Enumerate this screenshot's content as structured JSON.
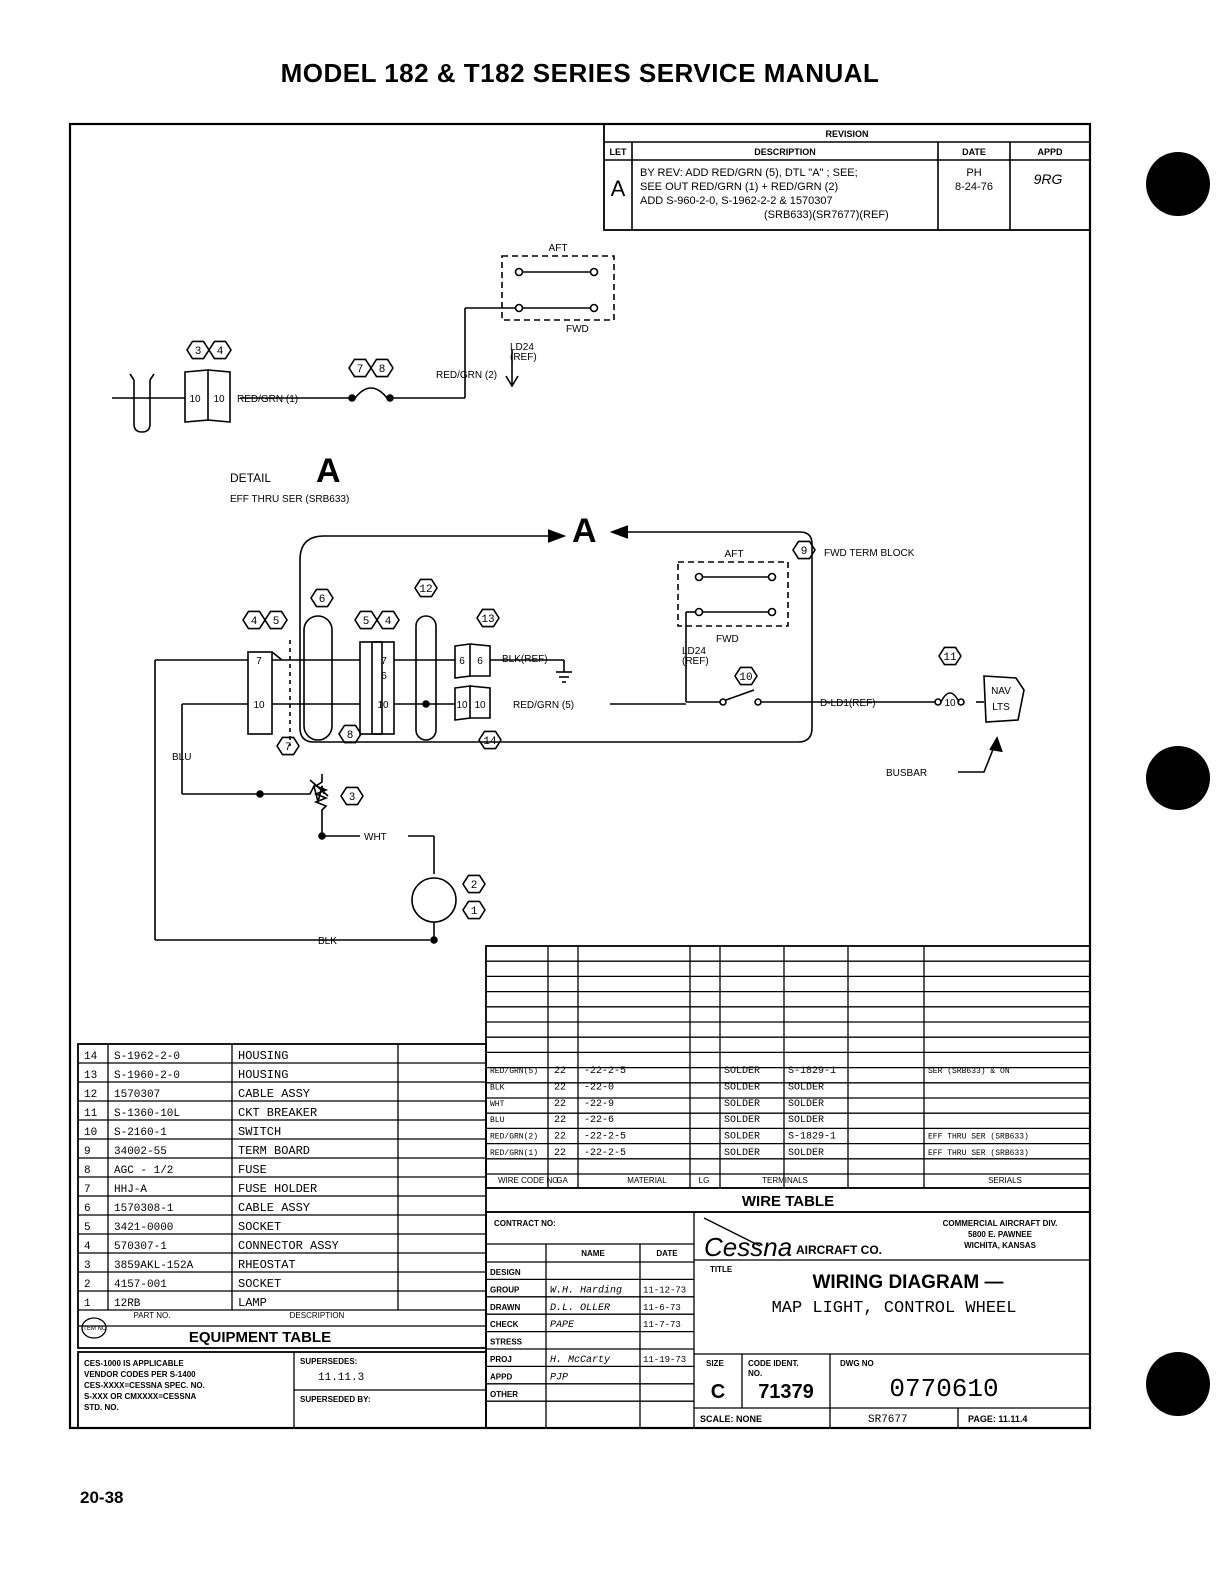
{
  "header": {
    "title": "MODEL 182 & T182 SERIES SERVICE MANUAL"
  },
  "footer": {
    "page_number": "20-38"
  },
  "revision": {
    "title": "REVISION",
    "columns": [
      "LET",
      "DESCRIPTION",
      "DATE",
      "APPD"
    ],
    "letter": "A",
    "description_lines": [
      "BY REV: ADD RED/GRN (5), DTL \"A\" ; SEE;",
      "SEE OUT RED/GRN (1) + RED/GRN (2)",
      "ADD S-960-2-0, S-1962-2-2 & 1570307",
      "(SRB633)(SR7677)(REF)"
    ],
    "date_lines": [
      "PH",
      "8-24-76"
    ],
    "appd": "9RG"
  },
  "detail": {
    "aft_label": "AFT",
    "fwd_label": "FWD",
    "ld24": "LD24",
    "ref": "(REF)",
    "red_grn_2": "RED/GRN (2)",
    "red_grn_1": "RED/GRN (1)",
    "callouts": [
      "3",
      "4",
      "7",
      "8"
    ],
    "pins": [
      "10",
      "10"
    ],
    "title": "DETAIL",
    "letter": "A",
    "eff": "EFF THRU SER (SRB633)"
  },
  "main": {
    "arrow_letter": "A",
    "aft_label": "AFT",
    "fwd_label": "FWD",
    "ld24": "LD24",
    "ref": "(REF)",
    "fwd_term_block": "FWD TERM BLOCK",
    "blk_ref": "BLK(REF)",
    "red_grn_5": "RED/GRN (5)",
    "d_ld1_ref": "D-LD1(REF)",
    "nav": "NAV",
    "lts": "LTS",
    "busbar": "BUSBAR",
    "blu": "BLU",
    "wht": "WHT",
    "blk": "BLK",
    "callouts": {
      "c1": "1",
      "c2": "2",
      "c3": "3",
      "c4a": "4",
      "c5a": "5",
      "c6": "6",
      "c5b": "5",
      "c4b": "4",
      "c12": "12",
      "c13": "13",
      "c7": "7",
      "c8": "8",
      "c14": "14",
      "c9": "9",
      "c10": "10",
      "c11": "11"
    },
    "pins": {
      "p7a": "7",
      "p10a": "10",
      "p7b": "7",
      "p6b": "6",
      "p10b": "10",
      "p6c": "6",
      "p6d": "6",
      "p10c": "10",
      "p10d": "10",
      "p10e": "10"
    }
  },
  "wire_table": {
    "title": "WIRE TABLE",
    "rows": [
      {
        "code": "RED/GRN(5)",
        "ga": "22",
        "material": "-22-2-5",
        "lg": "",
        "term1": "SOLDER",
        "term2": "S-1829-1",
        "serials": "SER (SRB633) & ON"
      },
      {
        "code": "BLK",
        "ga": "22",
        "material": "-22-0",
        "lg": "",
        "term1": "SOLDER",
        "term2": "SOLDER",
        "serials": ""
      },
      {
        "code": "WHT",
        "ga": "22",
        "material": "-22-9",
        "lg": "",
        "term1": "SOLDER",
        "term2": "SOLDER",
        "serials": ""
      },
      {
        "code": "BLU",
        "ga": "22",
        "material": "-22-6",
        "lg": "",
        "term1": "SOLDER",
        "term2": "SOLDER",
        "serials": ""
      },
      {
        "code": "RED/GRN(2)",
        "ga": "22",
        "material": "-22-2-5",
        "lg": "",
        "term1": "SOLDER",
        "term2": "S-1829-1",
        "serials": "EFF THRU SER (SRB633)"
      },
      {
        "code": "RED/GRN(1)",
        "ga": "22",
        "material": "-22-2-5",
        "lg": "",
        "term1": "SOLDER",
        "term2": "SOLDER",
        "serials": "EFF THRU SER (SRB633)"
      }
    ],
    "headers": {
      "code": "WIRE CODE NO",
      "ga": "GA",
      "material": "MATERIAL",
      "lg": "LG",
      "terminals": "TERMINALS",
      "serials": "SERIALS"
    }
  },
  "equipment": {
    "title": "EQUIPMENT TABLE",
    "items": [
      {
        "no": "14",
        "part": "S-1962-2-0",
        "desc": "HOUSING"
      },
      {
        "no": "13",
        "part": "S-1960-2-0",
        "desc": "HOUSING"
      },
      {
        "no": "12",
        "part": "1570307",
        "desc": "CABLE ASSY"
      },
      {
        "no": "11",
        "part": "S-1360-10L",
        "desc": "CKT BREAKER"
      },
      {
        "no": "10",
        "part": "S-2160-1",
        "desc": "SWITCH"
      },
      {
        "no": "9",
        "part": "34002-55",
        "desc": "TERM BOARD"
      },
      {
        "no": "8",
        "part": "AGC - 1/2",
        "desc": "FUSE"
      },
      {
        "no": "7",
        "part": "HHJ-A",
        "desc": "FUSE HOLDER"
      },
      {
        "no": "6",
        "part": "1570308-1",
        "desc": "CABLE ASSY"
      },
      {
        "no": "5",
        "part": "3421-0000",
        "desc": "SOCKET"
      },
      {
        "no": "4",
        "part": "570307-1",
        "desc": "CONNECTOR ASSY"
      },
      {
        "no": "3",
        "part": "3859AKL-152A",
        "desc": "RHEOSTAT"
      },
      {
        "no": "2",
        "part": "4157-001",
        "desc": "SOCKET"
      },
      {
        "no": "1",
        "part": "12RB",
        "desc": "LAMP"
      }
    ],
    "item_no": "ITEM NO",
    "part_no": "PART NO.",
    "description": "DESCRIPTION"
  },
  "title_block": {
    "contract_no": "CONTRACT NO:",
    "name_hdr": "NAME",
    "date_hdr": "DATE",
    "roles": [
      "DESIGN",
      "GROUP",
      "DRAWN",
      "CHECK",
      "STRESS",
      "PROJ",
      "APPD",
      "OTHER"
    ],
    "names": [
      "",
      "W.H. Harding",
      "D.L. OLLER",
      "PAPE",
      "",
      "H. McCarty",
      "PJP",
      ""
    ],
    "dates": [
      "",
      "11-12-73",
      "11-6-73",
      "11-7-73",
      "",
      "11-19-73",
      "",
      ""
    ],
    "company_logo": "Cessna",
    "company_aircraft": "AIRCRAFT CO.",
    "division": [
      "COMMERCIAL AIRCRAFT DIV.",
      "5800 E. PAWNEE",
      "WICHITA, KANSAS"
    ],
    "title_label": "TITLE",
    "title_line1": "WIRING DIAGRAM —",
    "title_line2": "MAP LIGHT, CONTROL WHEEL",
    "size_label": "SIZE",
    "size": "C",
    "code_ident_label": "CODE IDENT.",
    "no_label": "NO.",
    "code_ident": "71379",
    "dwg_no_label": "DWG NO",
    "dwg_no": "0770610",
    "scale": "SCALE: NONE",
    "sr": "SR7677",
    "page": "PAGE: 11.11.4",
    "supersedes_label": "SUPERSEDES:",
    "supersedes": "11.11.3",
    "superseded_by_label": "SUPERSEDED BY:",
    "ces_note": [
      "CES-1000 IS APPLICABLE",
      "VENDOR CODES PER S-1400",
      "CES-XXXX=CESSNA SPEC. NO.",
      "S-XXX OR CMXXXX=CESSNA",
      "STD. NO."
    ]
  }
}
